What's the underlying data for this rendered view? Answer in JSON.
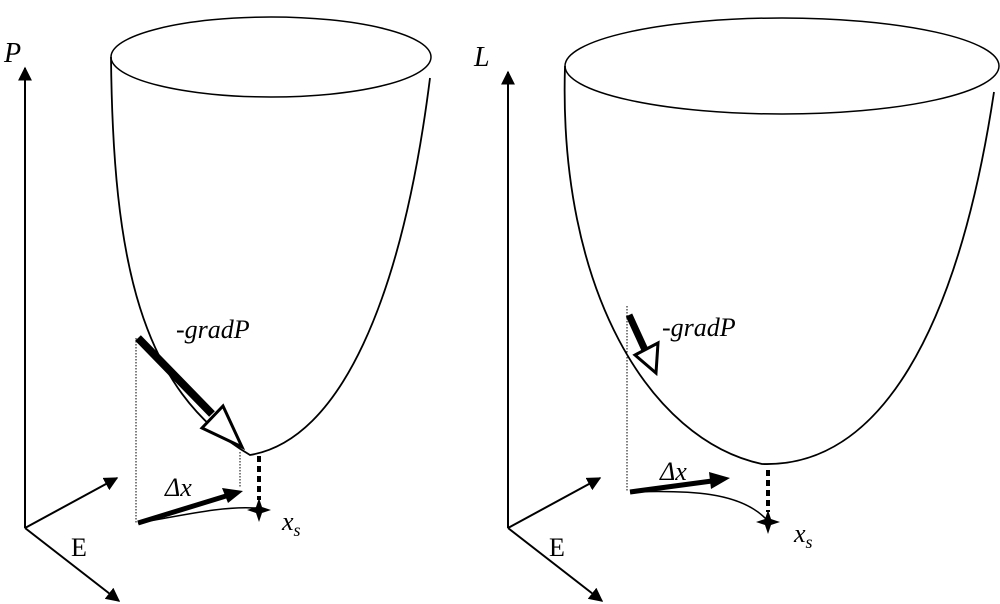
{
  "figure": {
    "left_panel": {
      "vertical_axis_label": "P",
      "horizontal_axis_label": "E",
      "gradient_label": "-gradP",
      "step_label": "Δx",
      "stationary_point_label": "x",
      "stationary_point_subscript": "s"
    },
    "right_panel": {
      "vertical_axis_label": "L",
      "horizontal_axis_label": "E",
      "gradient_label": "-gradP",
      "step_label": "Δx",
      "stationary_point_label": "x",
      "stationary_point_subscript": "s"
    }
  }
}
